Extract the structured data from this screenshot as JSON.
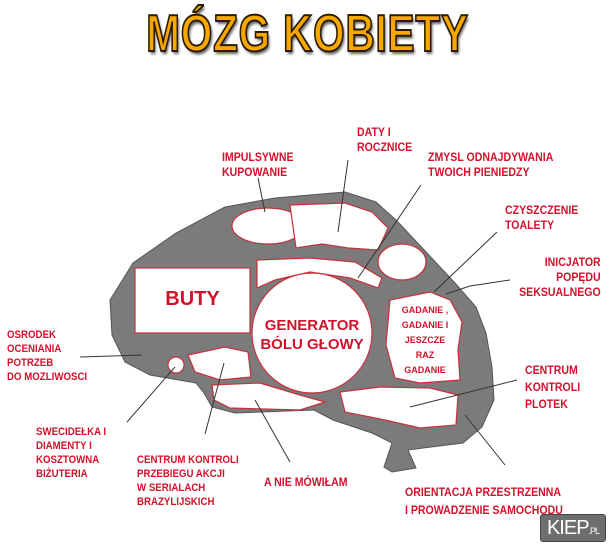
{
  "title": "MÓZG KOBIETY",
  "colors": {
    "label": "#d2122a",
    "brain": "#7b7b7b",
    "title": "#f7a800"
  },
  "regions": {
    "buty": "BUTY",
    "generator": "GENERATOR\nBÓLU GŁOWY",
    "gadanie": "GADANIE ,\nGADANIE I\nJESZCZE\nRAZ\nGADANIE"
  },
  "labels": {
    "daty": "DATY I\nROCZNICE",
    "impulsywne": "IMPULSYWNE\nKUPOWANIE",
    "zmysl": "ZMYSL ODNAJDYWANIA\nTWOICH PIENIEDZY",
    "czyszczenie": "CZYSZCZENIE\nTOALETY",
    "inicjator": "INICJATOR\nPOPĘDU\nSEKSUALNEGO",
    "osrodek": "OSRODEK\nOCENIANIA\nPOTRZEB\nDO MOZLIWOSCI",
    "swiecidelka": "SWECIDEŁKA I\nDIAMENTY I\nKOSZTOWNA\nBIŻUTERIA",
    "seriale": "CENTRUM KONTROLI\nPRZEBIEGU AKCJI\nW SERIALACH\nBRAZYLIJSKICH",
    "nie_mowilam": "A NIE MÓWIŁAM",
    "plotki": "CENTRUM\nKONTROLI\nPLOTEK",
    "orientacja": "ORIENTACJA PRZESTRZENNA\nI PROWADZENIE SAMOCHODU"
  },
  "watermark": {
    "main": "KIEP",
    "suffix": ".PL"
  }
}
